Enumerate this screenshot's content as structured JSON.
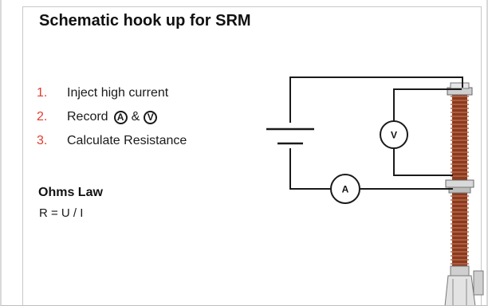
{
  "slide": {
    "title": "Schematic hook up for SRM",
    "steps": [
      {
        "number": "1.",
        "text": "Inject high current"
      },
      {
        "number": "2.",
        "text_before": "Record",
        "circle_a": "A",
        "joiner": "&",
        "circle_v": "V"
      },
      {
        "number": "3.",
        "text": "Calculate Resistance"
      }
    ],
    "ohms_law": {
      "title": "Ohms Law",
      "formula": "R = U / I"
    }
  },
  "diagram": {
    "voltmeter_label": "V",
    "ammeter_label": "A",
    "colors": {
      "wire": "#1a1a1a",
      "bushing": "#8b3a1f",
      "bushing_ridge": "#b86a4a",
      "step_number": "#e23b2e"
    }
  }
}
